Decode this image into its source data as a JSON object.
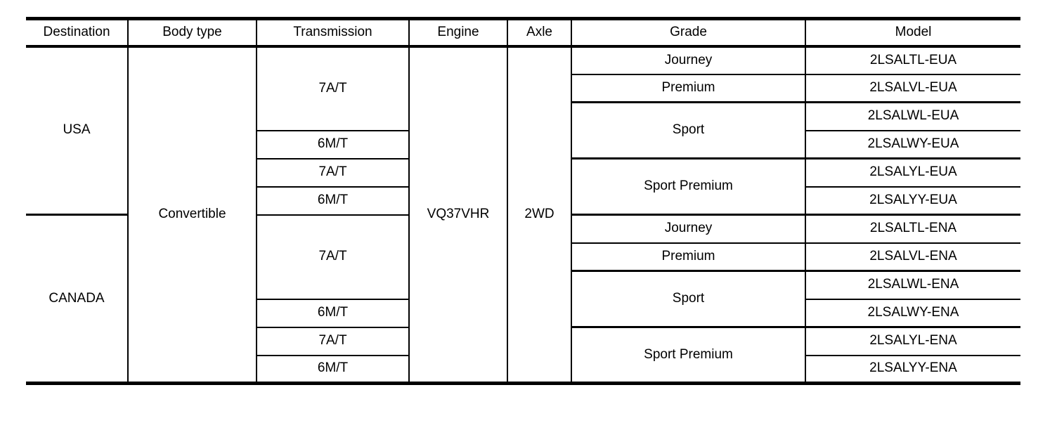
{
  "table": {
    "header": [
      "Destination",
      "Body type",
      "Transmission",
      "Engine",
      "Axle",
      "Grade",
      "Model"
    ],
    "destinations": [
      "USA",
      "CANADA"
    ],
    "body_type": "Convertible",
    "engine": "VQ37VHR",
    "axle": "2WD",
    "transmissions": [
      "7A/T",
      "6M/T",
      "7A/T",
      "6M/T",
      "7A/T",
      "6M/T",
      "7A/T",
      "6M/T"
    ],
    "grades": [
      "Journey",
      "Premium",
      "Sport",
      "Sport Premium",
      "Journey",
      "Premium",
      "Sport",
      "Sport Premium"
    ],
    "models": [
      "2LSALTL-EUA",
      "2LSALVL-EUA",
      "2LSALWL-EUA",
      "2LSALWY-EUA",
      "2LSALYL-EUA",
      "2LSALYY-EUA",
      "2LSALTL-ENA",
      "2LSALVL-ENA",
      "2LSALWL-ENA",
      "2LSALWY-ENA",
      "2LSALYL-ENA",
      "2LSALYY-ENA"
    ]
  }
}
